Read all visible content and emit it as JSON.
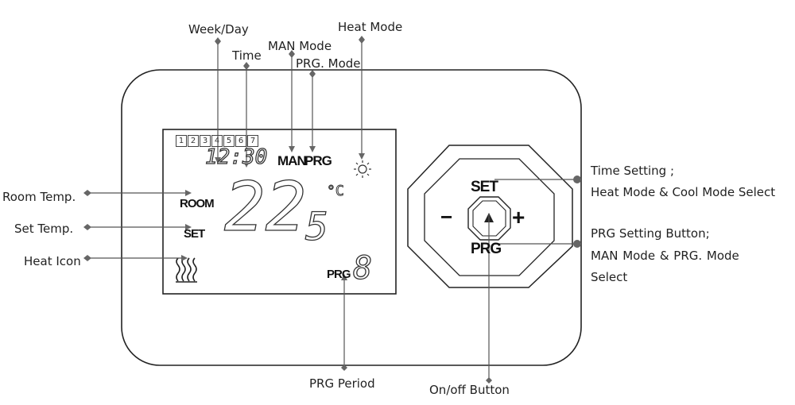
{
  "callouts": {
    "week_day": "Week/Day",
    "time": "Time",
    "man_mode": "MAN Mode",
    "prg_mode": "PRG. Mode",
    "heat_mode": "Heat Mode",
    "room_temp": "Room Temp.",
    "set_temp": "Set Temp.",
    "heat_icon": "Heat Icon",
    "prg_period": "PRG Period",
    "onoff_button": "On/off Button",
    "time_setting_line1": "Time Setting ;",
    "time_setting_line2": "Heat Mode & Cool Mode Select",
    "prg_button_line1": "PRG Setting Button;",
    "prg_button_line2": "MAN  Mode  &  PRG.  Mode",
    "prg_button_line3": "Select"
  },
  "display": {
    "week_days": [
      "1",
      "2",
      "3",
      "4",
      "5",
      "6",
      "7"
    ],
    "time": "12:30",
    "man": "MAN",
    "prg": "PRG",
    "room": "ROOM",
    "set": "SET",
    "temperature_main": "22",
    "temperature_decimal": "5",
    "unit": "°C",
    "prg_label": "PRG",
    "prg_period_digit": "8"
  },
  "dial": {
    "set": "SET",
    "prg": "PRG",
    "minus": "−",
    "plus": "+"
  },
  "icons": [
    "sun-icon",
    "heat-waves-icon",
    "power-arrow-icon"
  ]
}
